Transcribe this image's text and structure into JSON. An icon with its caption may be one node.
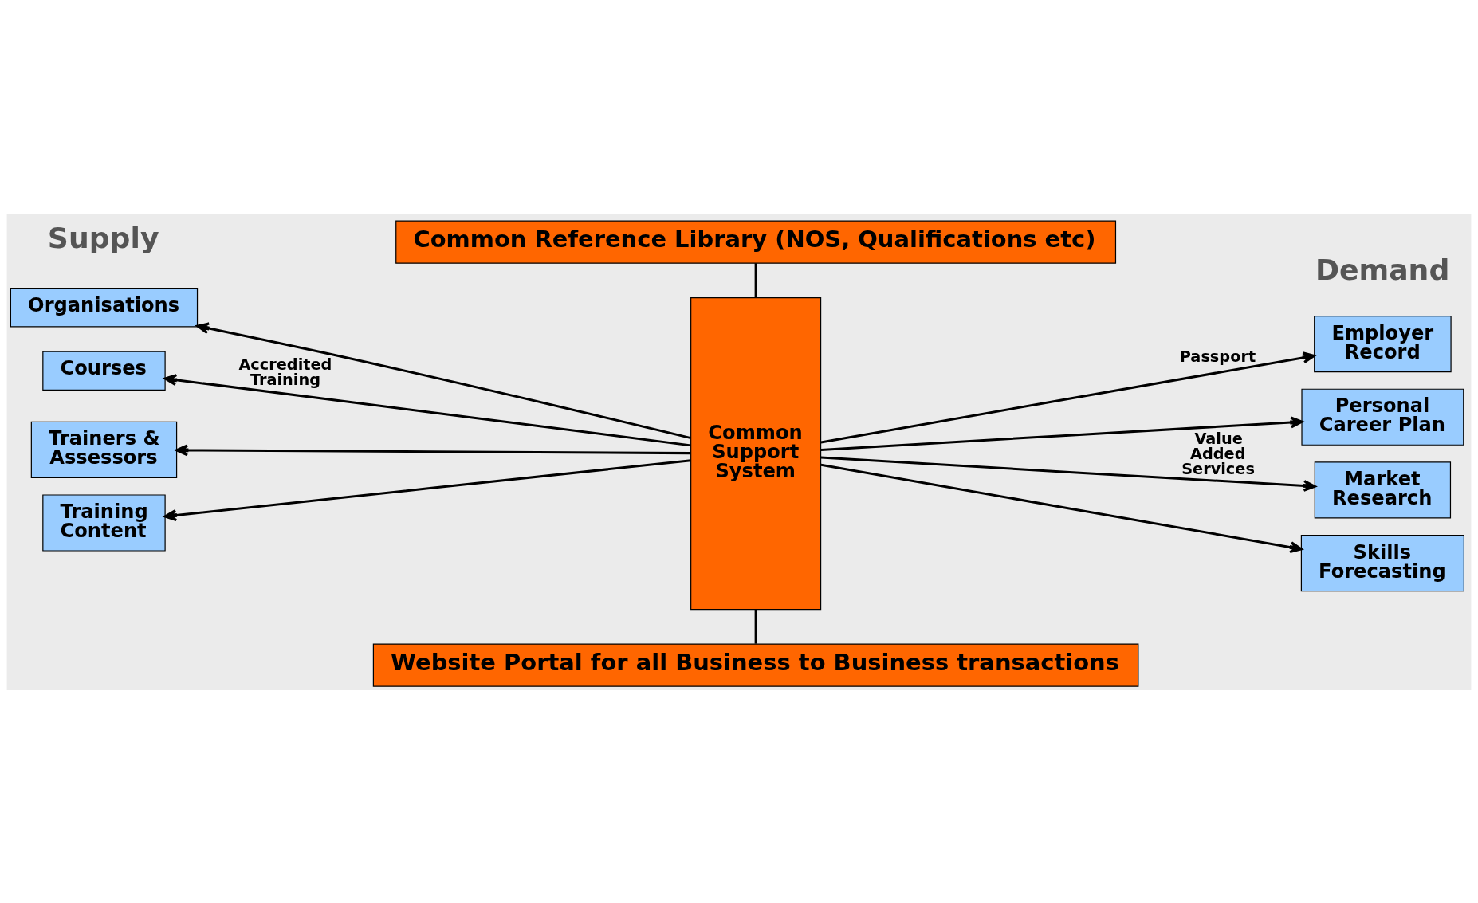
{
  "diagram": {
    "nodes": [
      {
        "text": [
          "Common Reference Library (NOS, Qualifications etc)"
        ]
      },
      {
        "text": [
          "Organisations"
        ]
      },
      {
        "text": [
          "Courses"
        ]
      },
      {
        "text": [
          "Trainers & Assessors"
        ]
      },
      {
        "text": [
          "Training Content"
        ]
      },
      {
        "text": [
          "Common Support System"
        ]
      },
      {
        "text": [
          "Employer Record"
        ]
      },
      {
        "text": [
          "Personal Career Plan"
        ]
      },
      {
        "text": [
          "Market Research"
        ]
      },
      {
        "text": [
          "Skills Forecasting"
        ]
      },
      {
        "text": [
          "Website Portal for all Business to Business transactions"
        ]
      }
    ],
    "edges": [
      {
        "from": 0,
        "to": 5,
        "arrow": "none"
      },
      {
        "from": 5,
        "to": 1,
        "arrow": "to"
      },
      {
        "from": 5,
        "to": 2,
        "arrow": "to",
        "label": "Accredited Training"
      },
      {
        "from": 5,
        "to": 3,
        "arrow": "to"
      },
      {
        "from": 5,
        "to": 4,
        "arrow": "to"
      },
      {
        "from": 5,
        "to": 6,
        "arrow": "to",
        "label": "Passport"
      },
      {
        "from": 5,
        "to": 7,
        "arrow": "to"
      },
      {
        "from": 5,
        "to": 8,
        "arrow": "to",
        "label": "Value Added Services"
      },
      {
        "from": 5,
        "to": 9,
        "arrow": "to"
      },
      {
        "from": 5,
        "to": 10,
        "arrow": "none"
      }
    ],
    "labels": [
      "Supply",
      "Demand"
    ]
  }
}
